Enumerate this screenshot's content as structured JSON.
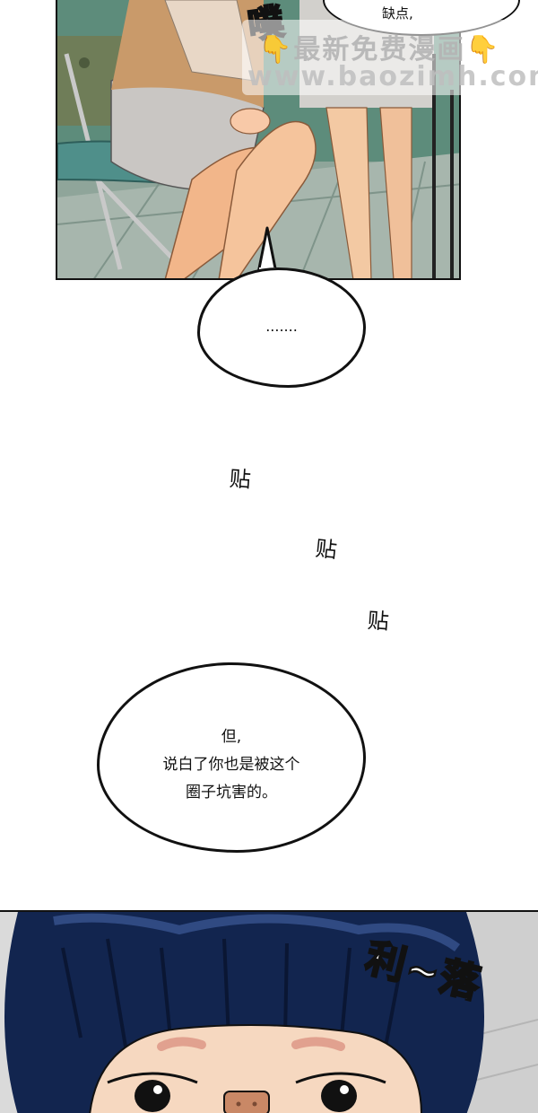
{
  "top_panel": {
    "bubble_text": "缺点,",
    "sfx": "噗"
  },
  "watermark": {
    "line1": "👇最新免费漫画👇",
    "line2": "www.baozimh.com"
  },
  "bubble_1": {
    "text": "......."
  },
  "sfx_tie": [
    "贴",
    "贴",
    "贴"
  ],
  "bubble_2": {
    "lines": [
      "但,",
      "说白了你也是被这个",
      "圈子坑害的。"
    ]
  },
  "bottom_panel": {
    "sfx": "利~落"
  },
  "colors": {
    "ink": "#111111",
    "panel_bg_top": "#5a8a78",
    "hair": "#12254f",
    "skin": "#f6d8c0"
  }
}
